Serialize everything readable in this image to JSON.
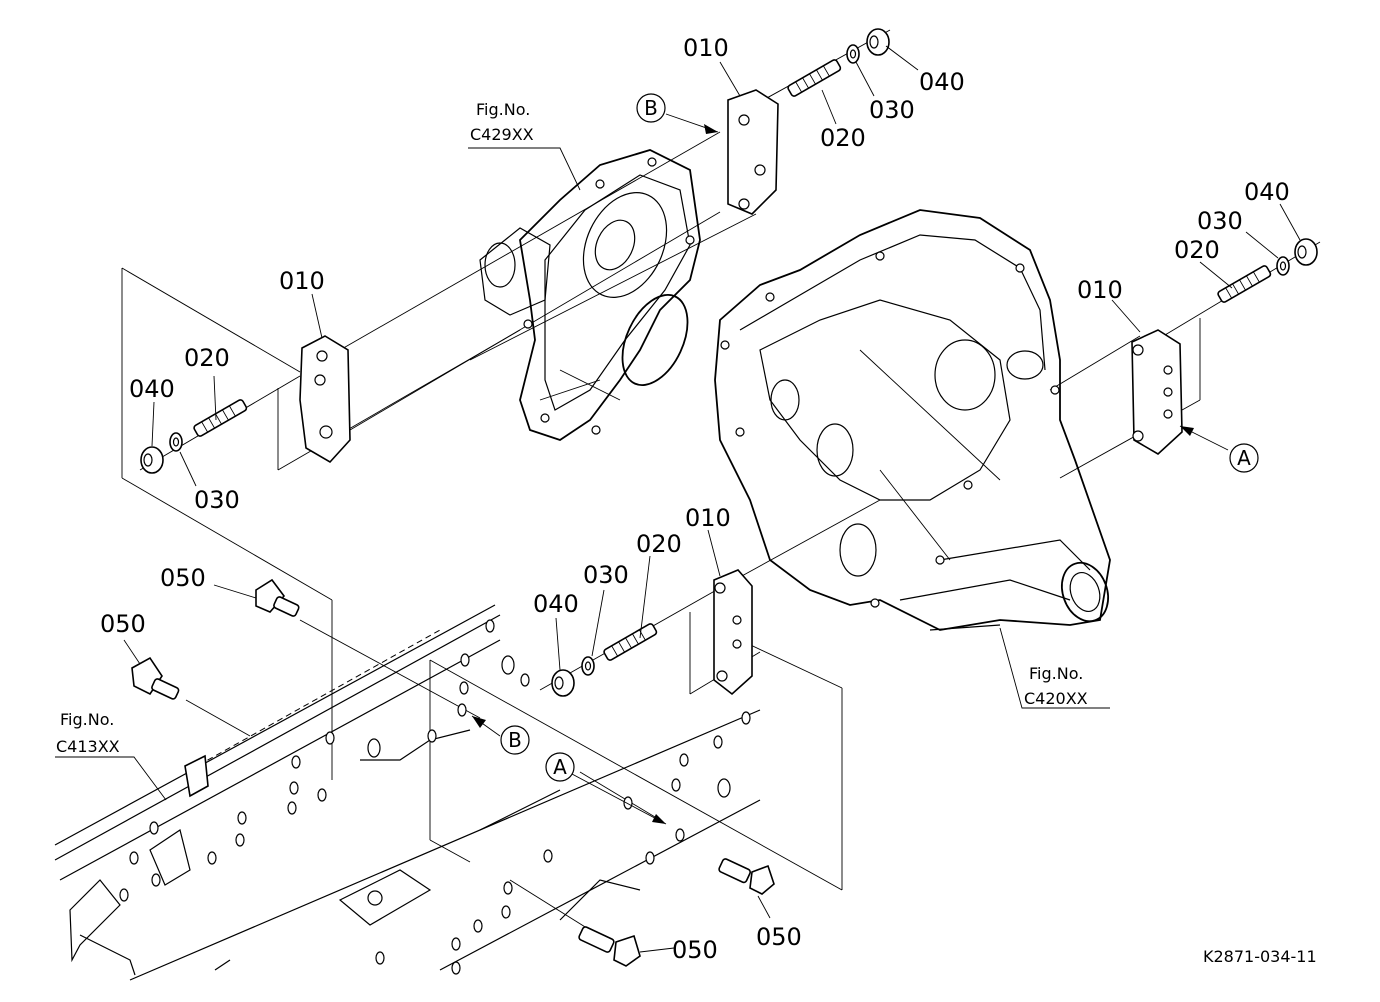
{
  "diagram_code": "K2871-034-11",
  "references": [
    {
      "line1": "Fig.No.",
      "line2": "C429XX"
    },
    {
      "line1": "Fig.No.",
      "line2": "C420XX"
    },
    {
      "line1": "Fig.No.",
      "line2": "C413XX"
    }
  ],
  "part_labels": {
    "top_bracket": "010",
    "top_stud": "020",
    "top_washer": "030",
    "top_nut": "040",
    "right_bracket": "010",
    "right_stud": "020",
    "right_washer": "030",
    "right_nut": "040",
    "left_bracket": "010",
    "left_stud": "020",
    "left_washer": "030",
    "left_nut": "040",
    "center_bracket": "010",
    "center_stud": "020",
    "center_washer": "030",
    "center_nut": "040",
    "bolt_upper_left": "050",
    "bolt_left": "050",
    "bolt_bottom_right": "050",
    "bolt_bottom": "050"
  },
  "callouts": {
    "b_top": "B",
    "a_right": "A",
    "b_frame": "B",
    "a_frame": "A"
  }
}
